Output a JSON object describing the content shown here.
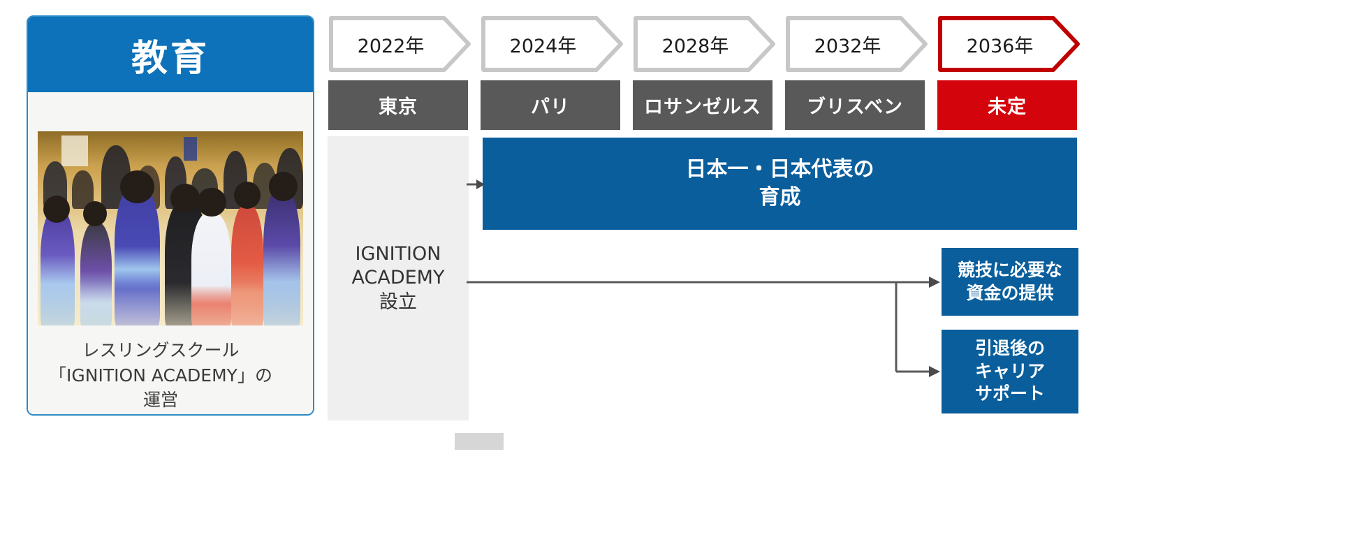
{
  "slide": {
    "category_card": {
      "header_title": "教育",
      "header_color": "#0d72b9",
      "photo_alt_name": "wrestling-school-children-photo",
      "caption_lines": [
        "レスリングスクール",
        "「IGNITION ACADEMY」の",
        "運営"
      ]
    },
    "timeline": {
      "milestones": [
        {
          "year": "2022年",
          "city": "東京",
          "highlight": false
        },
        {
          "year": "2024年",
          "city": "パリ",
          "highlight": false
        },
        {
          "year": "2028年",
          "city": "ロサンゼルス",
          "highlight": false
        },
        {
          "year": "2032年",
          "city": "ブリスベン",
          "highlight": false
        },
        {
          "year": "2036年",
          "city": "未定",
          "highlight": true
        }
      ],
      "chevron_outline_color": "#c7c7c7",
      "chevron_highlight_color": "#c00000",
      "city_box_color": "#595959",
      "city_highlight_color": "#d4040c"
    },
    "content": {
      "origin": {
        "line1": "IGNITION",
        "line2": "ACADEMY",
        "line3": "設立",
        "background": "#efefef"
      },
      "goal_box": {
        "line1": "日本一・日本代表の",
        "line2": "育成",
        "color": "#0a5e9c"
      },
      "support_boxes": [
        {
          "name": "funding",
          "line1": "競技に必要な",
          "line2": "資金の提供",
          "line3": "",
          "color": "#0a5e9c"
        },
        {
          "name": "career",
          "line1": "引退後の",
          "line2": "キャリア",
          "line3": "サポート",
          "color": "#0a5e9c"
        }
      ],
      "arrow_color": "#595959"
    }
  }
}
